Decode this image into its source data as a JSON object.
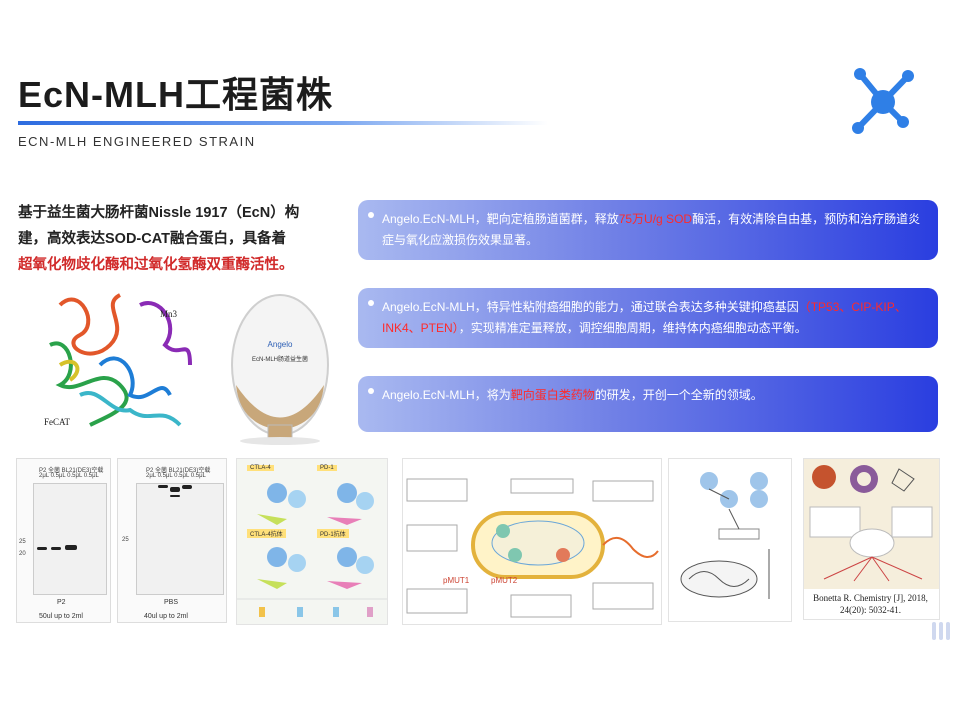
{
  "title": "EcN-MLH工程菌株",
  "subtitle": "ECN-MLH ENGINEERED STRAIN",
  "intro": {
    "line1": "基于益生菌大肠杆菌Nissle 1917（EcN）构",
    "line2": "建，高效表达SOD-CAT融合蛋白，具备着",
    "line3_red": "超氧化物歧化酶和过氧化氢酶双重酶活性。"
  },
  "cards": [
    {
      "pre": "Angelo.EcN-MLH，靶向定植肠道菌群，释放",
      "hl": "75万U/g SOD",
      "post": "酶活，有效清除自由基，预防和治疗肠道炎症与氧化应激损伤效果显著。"
    },
    {
      "pre": "Angelo.EcN-MLH，特异性粘附癌细胞的能力，通过联合表达多种关键抑癌基因",
      "hl": "（TP53、CIP-KIP、INK4、PTEN）",
      "post": "，实现精准定量释放，调控细胞周期，维持体内癌细胞动态平衡。"
    },
    {
      "pre": "Angelo.EcN-MLH，将为",
      "hl": "靶向蛋白类药物",
      "post": "的研发，开创一个全新的领域。"
    }
  ],
  "protein": {
    "label_mn": "Mn3",
    "label_fe": "FeCAT"
  },
  "bottle": {
    "brand": "Angelo",
    "label": "EcN-MLH肠道益生菌"
  },
  "gels": [
    {
      "lane_head": "P2   全菌  BL21(DE3)空载",
      "lane_sub": "2μL  0.5μL 0.5μL 0.5μL",
      "marker_top": "25",
      "marker_bottom": "20",
      "caption": "P2",
      "footer": "50ul up to 2ml"
    },
    {
      "lane_head": "P2   全菌  BL21(DE3)空载",
      "lane_sub": "2μL  0.5μL 0.5μL 0.5μL",
      "marker_top": "25",
      "caption": "PBS",
      "footer": "40ul up to 2ml"
    }
  ],
  "immune": {
    "top_left": "CTLA-4",
    "top_right": "PD-1",
    "mid_left": "CTLA-4抗体",
    "mid_right": "PD-1抗体"
  },
  "mutation": {
    "pmut1": "pMUT1",
    "pmut2": "pMUT2"
  },
  "book_ref": {
    "line1": "Bonetta R. Chemistry [J], 2018,",
    "line2": "24(20): 5032-41."
  },
  "colors": {
    "accent": "#2d6ce0",
    "highlight": "#d12a2a",
    "card_dark": "#2a3ee0"
  },
  "icons": [
    "molecule-logo-icon",
    "bullet-icon"
  ]
}
